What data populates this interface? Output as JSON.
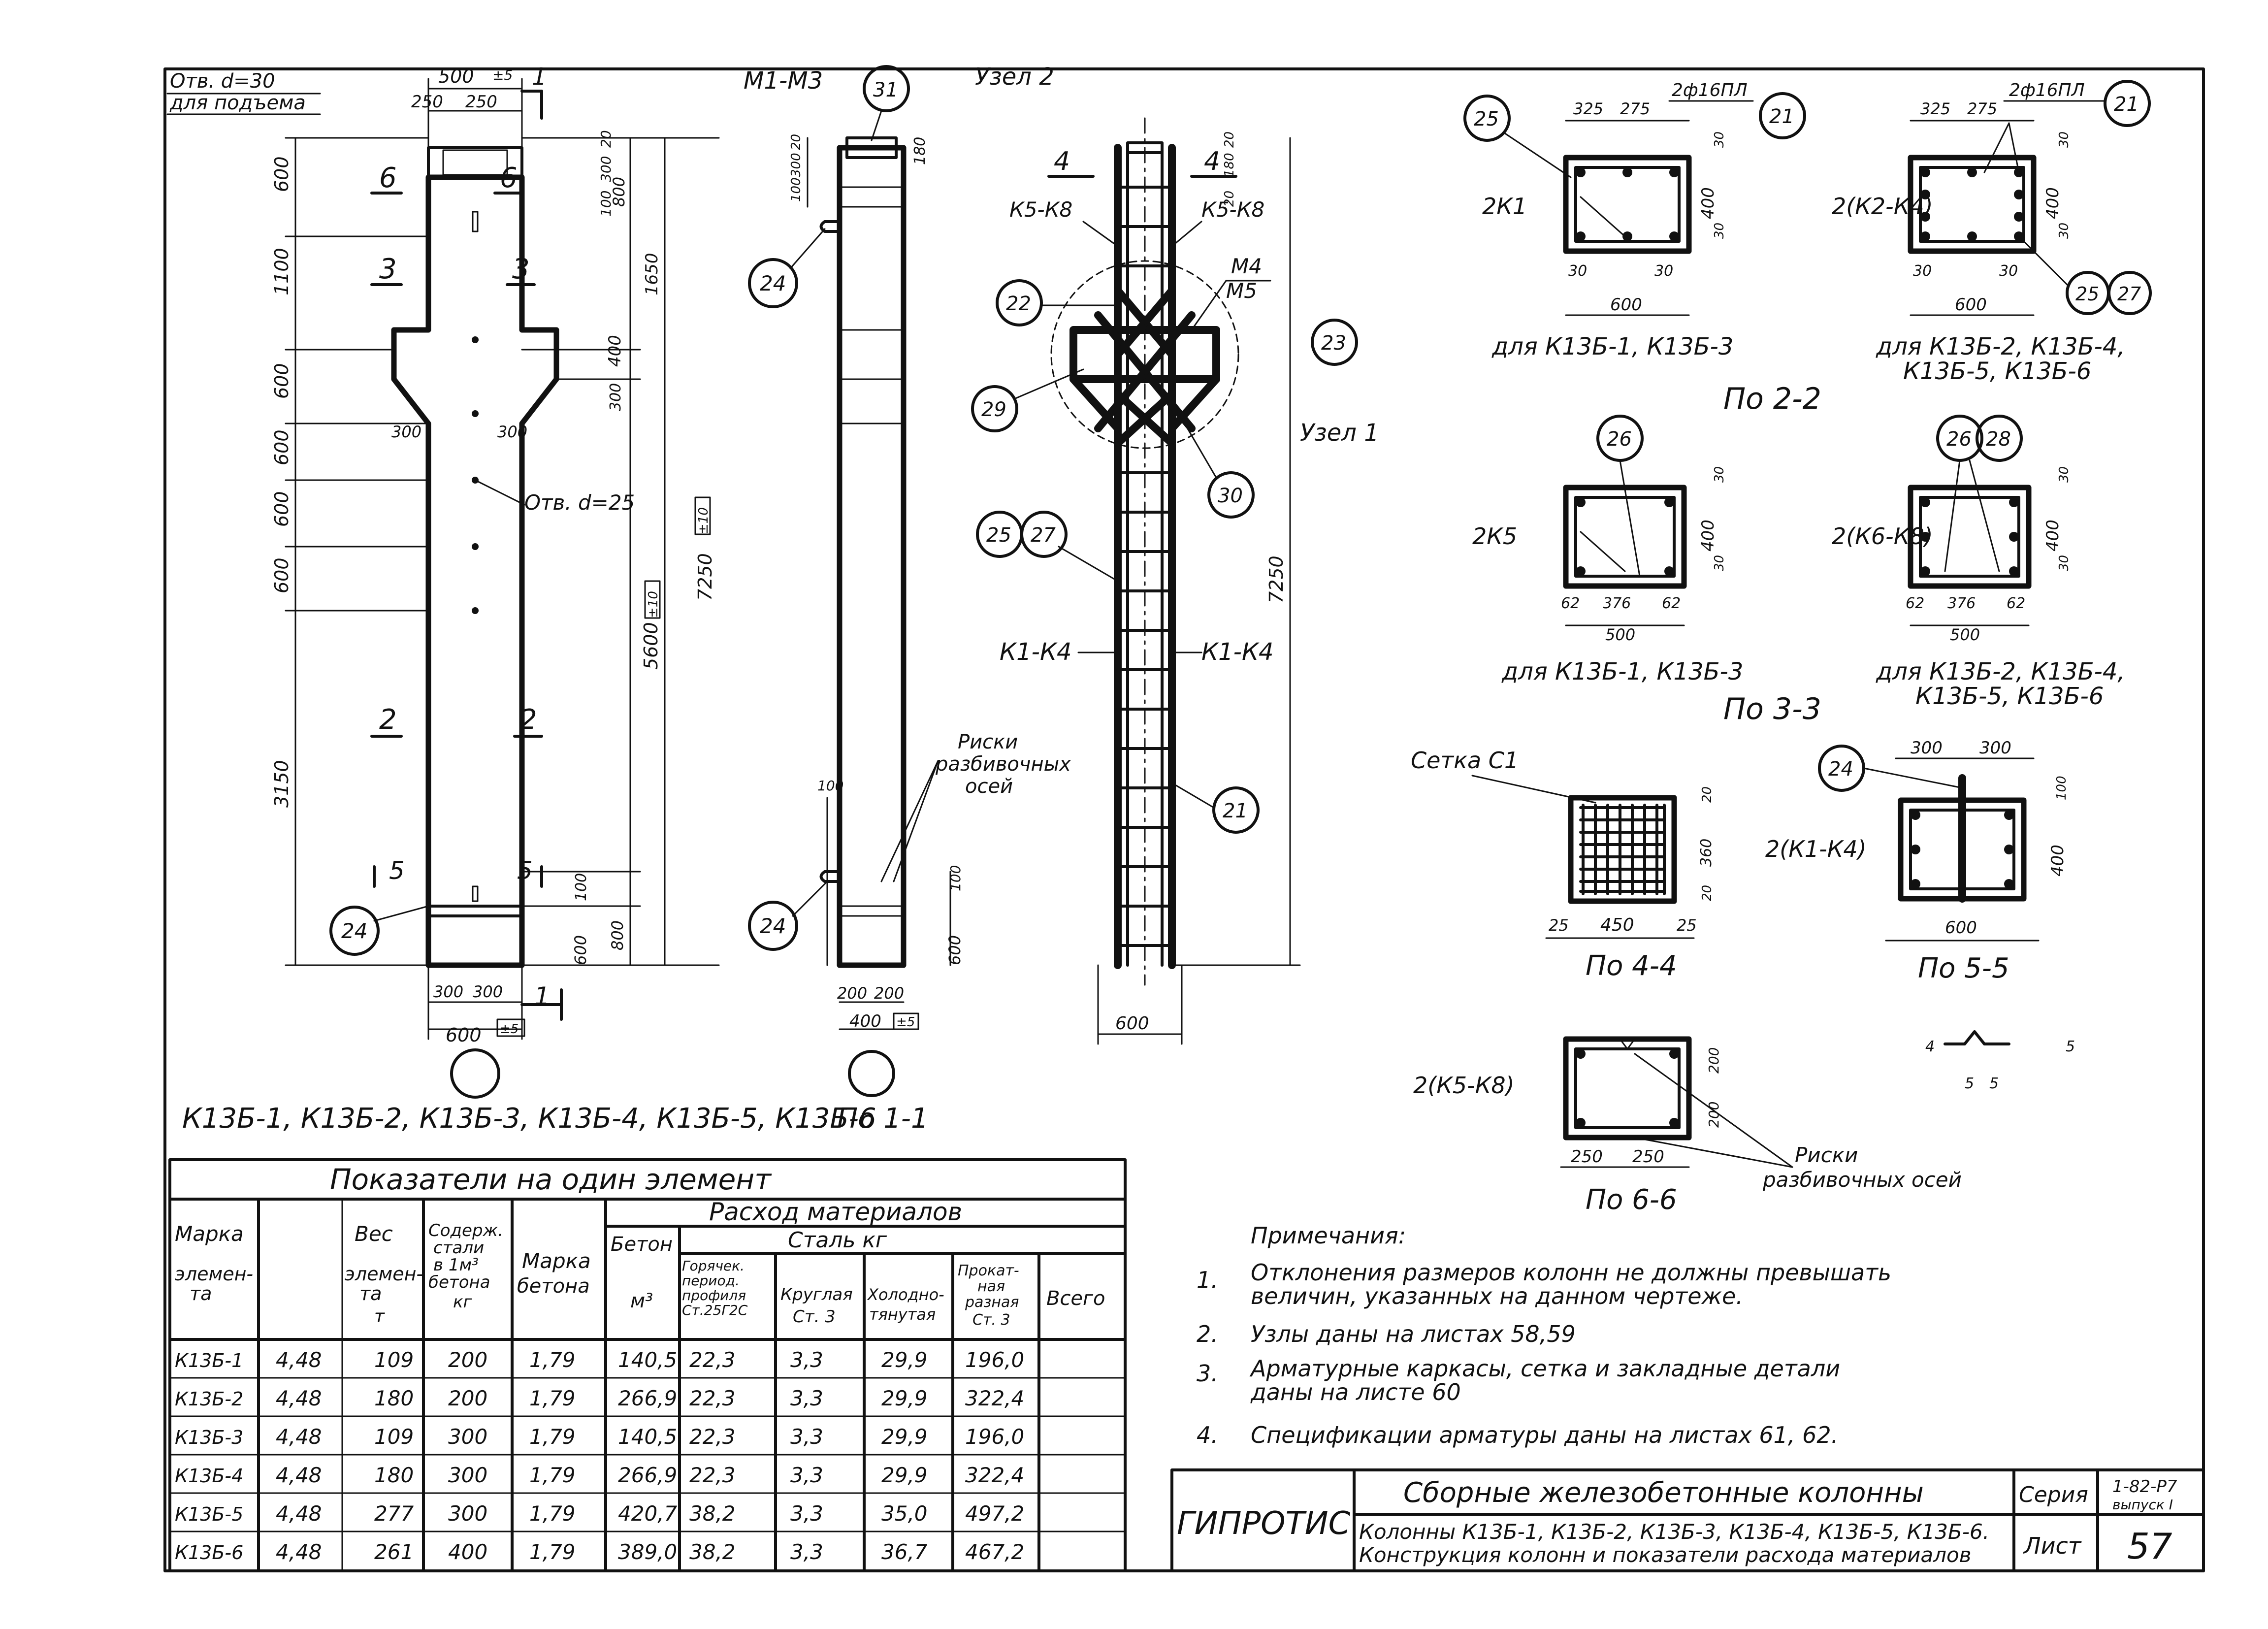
{
  "header": {
    "hole_top_1": "Отв. d=30",
    "hole_top_2": "для подъема",
    "mark_range": "М1-М3",
    "node2": "Узел 2",
    "node1": "Узел 1"
  },
  "elevation": {
    "dims_top": [
      "500",
      "±5",
      "250",
      "250",
      "1"
    ],
    "dims_left": [
      "600",
      "1100",
      "600",
      "600",
      "600",
      "600",
      "3150"
    ],
    "dims_right": [
      "20",
      "300",
      "100",
      "800",
      "1650",
      "400",
      "300",
      "7250",
      "5600",
      "±10",
      "±10",
      "100",
      "600",
      "800"
    ],
    "sections": [
      "6",
      "6",
      "3",
      "3",
      "2",
      "2",
      "5",
      "5",
      "1",
      "1"
    ],
    "dims_bottom": [
      "300",
      "300",
      "300",
      "300",
      "600",
      "±5"
    ],
    "hole_mid": "Отв. d=25",
    "balloon": "24",
    "caption": "К13Б-1, К13Б-2, К13Б-3, К13Б-4, К13Б-5, К13Б-6"
  },
  "side_view": {
    "balloons": [
      "31",
      "24",
      "24"
    ],
    "dims_top": [
      "20",
      "300",
      "100",
      "180"
    ],
    "dims_bottom": [
      "200",
      "200",
      "400",
      "±5",
      "100",
      "600",
      "100"
    ],
    "note": [
      "Риски",
      "разбивочных",
      "осей"
    ],
    "caption": "По 1-1"
  },
  "cage_view": {
    "labels": [
      "К5-К8",
      "К5-К8",
      "М4",
      "М5",
      "К1-К4",
      "К1-К4",
      "4",
      "4"
    ],
    "balloons": [
      "22",
      "23",
      "29",
      "30",
      "25",
      "27",
      "21"
    ],
    "dims": [
      "20",
      "180",
      "20",
      "7250",
      "600"
    ]
  },
  "sections_2_2": {
    "left": {
      "label": "2К1",
      "dims": [
        "325",
        "275",
        "30",
        "400",
        "30",
        "30",
        "30",
        "600"
      ],
      "rebar": "2ф16ПЛ",
      "balloons": [
        "25",
        "21"
      ],
      "caption": "для К13Б-1, К13Б-3"
    },
    "right": {
      "label": "2(К2-К4)",
      "dims": [
        "325",
        "275",
        "30",
        "400",
        "30",
        "30",
        "30",
        "600"
      ],
      "rebar": "2ф16ПЛ",
      "balloons": [
        "21",
        "25",
        "27"
      ],
      "caption_1": "для К13Б-2, К13Б-4,",
      "caption_2": "К13Б-5, К13Б-6"
    },
    "title": "По 2-2"
  },
  "sections_3_3": {
    "left": {
      "label": "2К5",
      "dims": [
        "30",
        "400",
        "30",
        "62",
        "376",
        "62",
        "500"
      ],
      "balloons": [
        "26"
      ],
      "caption": "для К13Б-1, К13Б-3"
    },
    "right": {
      "label": "2(К6-К8)",
      "dims": [
        "30",
        "400",
        "30",
        "62",
        "376",
        "62",
        "500"
      ],
      "balloons": [
        "26",
        "28"
      ],
      "caption_1": "для К13Б-2, К13Б-4,",
      "caption_2": "К13Б-5, К13Б-6"
    },
    "title": "По 3-3"
  },
  "section_4_4": {
    "label": "Сетка С1",
    "dims": [
      "20",
      "360",
      "20",
      "25",
      "450",
      "25"
    ],
    "title": "По 4-4"
  },
  "section_5_5": {
    "label": "2(К1-К4)",
    "dims": [
      "300",
      "300",
      "100",
      "400",
      "600"
    ],
    "balloon": "24",
    "title": "По 5-5"
  },
  "section_6_6": {
    "label": "2(К5-К8)",
    "dims": [
      "200",
      "200",
      "250",
      "250"
    ],
    "note_1": "Риски",
    "note_2": "разбивочных   осей",
    "title": "По 6-6",
    "detail": [
      "4",
      "5",
      "5",
      "5"
    ]
  },
  "table": {
    "title": "Показатели на один элемент",
    "materials_title": "Расход материалов",
    "steel_title": "Сталь кг",
    "headers": {
      "mark": [
        "Марка",
        "элемен-",
        "та"
      ],
      "weight": [
        "Вес",
        "элемен-",
        "та",
        "т"
      ],
      "steel_content": [
        "Содерж.",
        "стали",
        "в 1м³",
        "бетона",
        "кг"
      ],
      "concrete_grade": [
        "Марка",
        "бетона"
      ],
      "concrete": [
        "Бетон",
        "м³"
      ],
      "hot_rolled": [
        "Горячек.",
        "период.",
        "профиля",
        "Ст.25Г2С"
      ],
      "round": [
        "Круглая",
        "Ст. 3"
      ],
      "cold_drawn": [
        "Холодно-",
        "тянутая"
      ],
      "rolled": [
        "Прокат-",
        "ная",
        "разная",
        "Ст. 3"
      ],
      "total": [
        "Всего"
      ]
    },
    "rows": [
      [
        "К13Б-1",
        "4,48",
        "109",
        "200",
        "1,79",
        "140,5",
        "22,3",
        "3,3",
        "29,9",
        "196,0"
      ],
      [
        "К13Б-2",
        "4,48",
        "180",
        "200",
        "1,79",
        "266,9",
        "22,3",
        "3,3",
        "29,9",
        "322,4"
      ],
      [
        "К13Б-3",
        "4,48",
        "109",
        "300",
        "1,79",
        "140,5",
        "22,3",
        "3,3",
        "29,9",
        "196,0"
      ],
      [
        "К13Б-4",
        "4,48",
        "180",
        "300",
        "1,79",
        "266,9",
        "22,3",
        "3,3",
        "29,9",
        "322,4"
      ],
      [
        "К13Б-5",
        "4,48",
        "277",
        "300",
        "1,79",
        "420,7",
        "38,2",
        "3,3",
        "35,0",
        "497,2"
      ],
      [
        "К13Б-6",
        "4,48",
        "261",
        "400",
        "1,79",
        "389,0",
        "38,2",
        "3,3",
        "36,7",
        "467,2"
      ]
    ]
  },
  "notes": {
    "title": "Примечания:",
    "items": [
      {
        "num": "1.",
        "line1": "Отклонения   размеров   колонн  не  должны  превышать",
        "line2": "величин,  указанных    на  данном    чертеже."
      },
      {
        "num": "2.",
        "line1": "Узлы  даны   на   листах 58,59",
        "line2": ""
      },
      {
        "num": "3.",
        "line1": "Арматурные    каркасы,  сетка и   закладные   детали",
        "line2": "даны  на     листе 60"
      },
      {
        "num": "4.",
        "line1": "Спецификации   арматуры   даны   на  листах 61, 62.",
        "line2": ""
      }
    ]
  },
  "titleblock": {
    "org": "ГИПРОТИС",
    "title": "Сборные  железобетонные   колонны",
    "series_label": "Серия",
    "series": "1-82-Р7",
    "issue": "выпуск I",
    "desc_1": "Колонны К13Б-1, К13Б-2, К13Б-3, К13Б-4, К13Б-5, К13Б-6.",
    "desc_2": "Конструкция колонн и показатели расхода материалов",
    "sheet_label": "Лист",
    "sheet": "57"
  }
}
